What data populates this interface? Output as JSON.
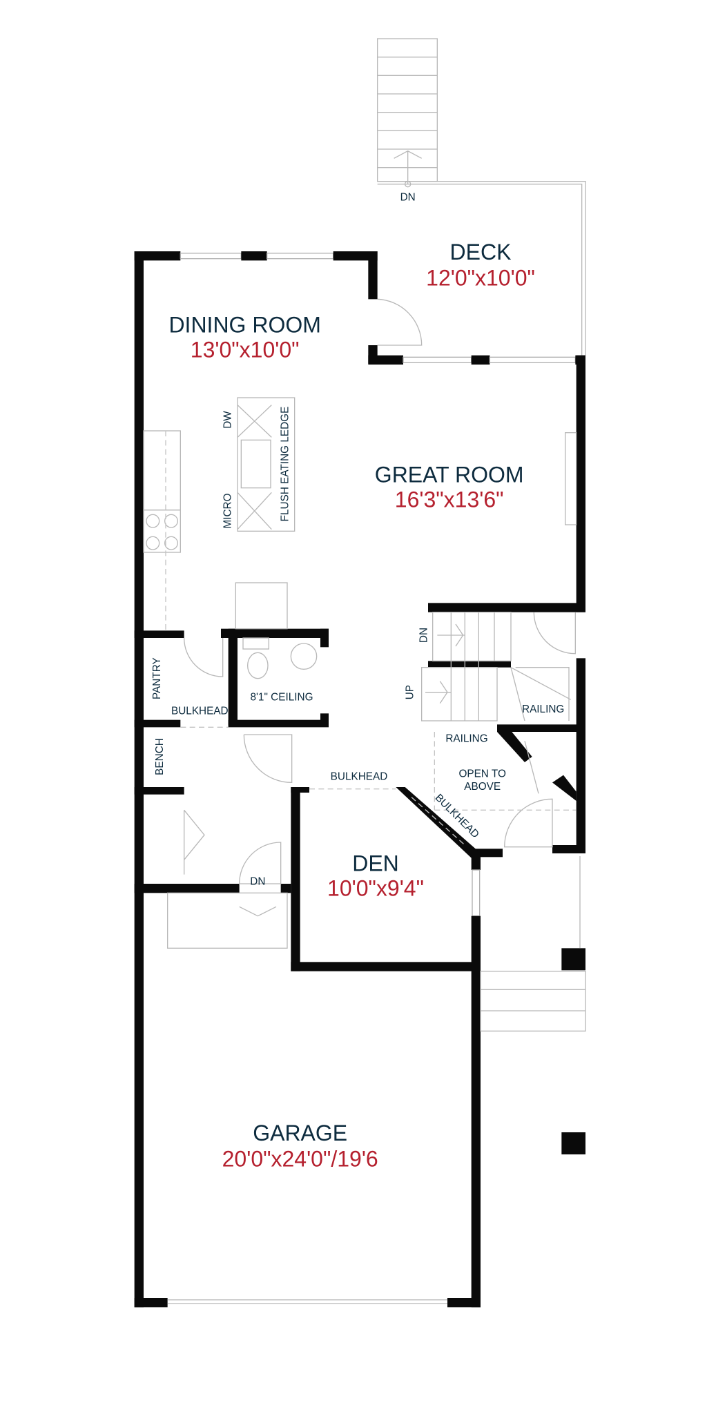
{
  "colors": {
    "room_name": "#0d2b3e",
    "dimension": "#b5202e",
    "wall": "#0a0a0a"
  },
  "rooms": {
    "deck": {
      "name": "DECK",
      "size": "12'0\"x10'0\""
    },
    "dining": {
      "name": "DINING ROOM",
      "size": "13'0\"x10'0\""
    },
    "great": {
      "name": "GREAT ROOM",
      "size": "16'3\"x13'6\""
    },
    "den": {
      "name": "DEN",
      "size": "10'0\"x9'4\""
    },
    "garage": {
      "name": "GARAGE",
      "size": "20'0\"x24'0\"/19'6"
    }
  },
  "labels": {
    "deck_stairs": "DN",
    "dw": "DW",
    "micro": "MICRO",
    "ledge": "FLUSH EATING LEDGE",
    "pantry": "PANTRY",
    "bulkhead_pantry": "BULKHEAD",
    "ceiling": "8'1\" CEILING",
    "bench": "BENCH",
    "bulkhead_den": "BULKHEAD",
    "bulkhead_diag": "BULKHEAD",
    "basement_dn": "DN",
    "stair_dn": "DN",
    "stair_up": "UP",
    "railing_right": "RAILING",
    "railing_left": "RAILING",
    "open_line1": "OPEN TO",
    "open_line2": "ABOVE"
  }
}
